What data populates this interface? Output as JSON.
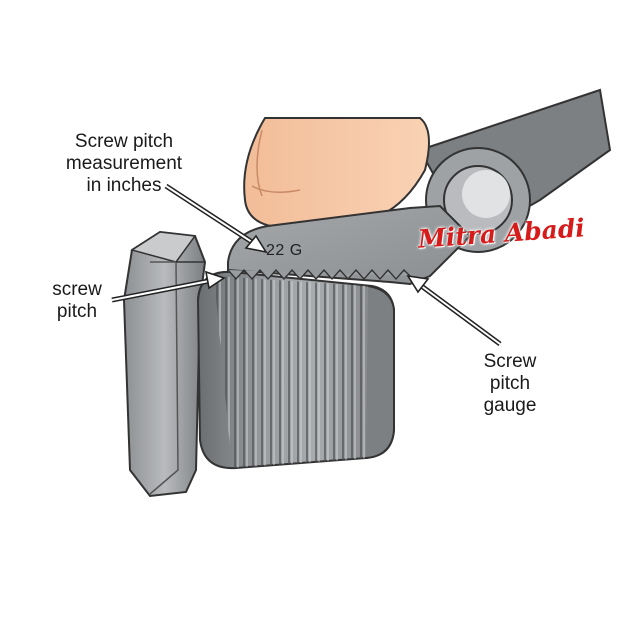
{
  "labels": {
    "measurement": [
      "Screw pitch",
      "measurement",
      "in inches"
    ],
    "pitch": [
      "screw",
      "pitch"
    ],
    "gauge": [
      "Screw",
      "pitch",
      "gauge"
    ]
  },
  "gauge_marking": "22 G",
  "watermark": "Mitra Abadi",
  "colors": {
    "metal_dark": "#5f6265",
    "metal_mid": "#8c8f92",
    "metal_light": "#c4c6c8",
    "skin": "#f6c6a3",
    "watermark": "#d61b1b"
  }
}
